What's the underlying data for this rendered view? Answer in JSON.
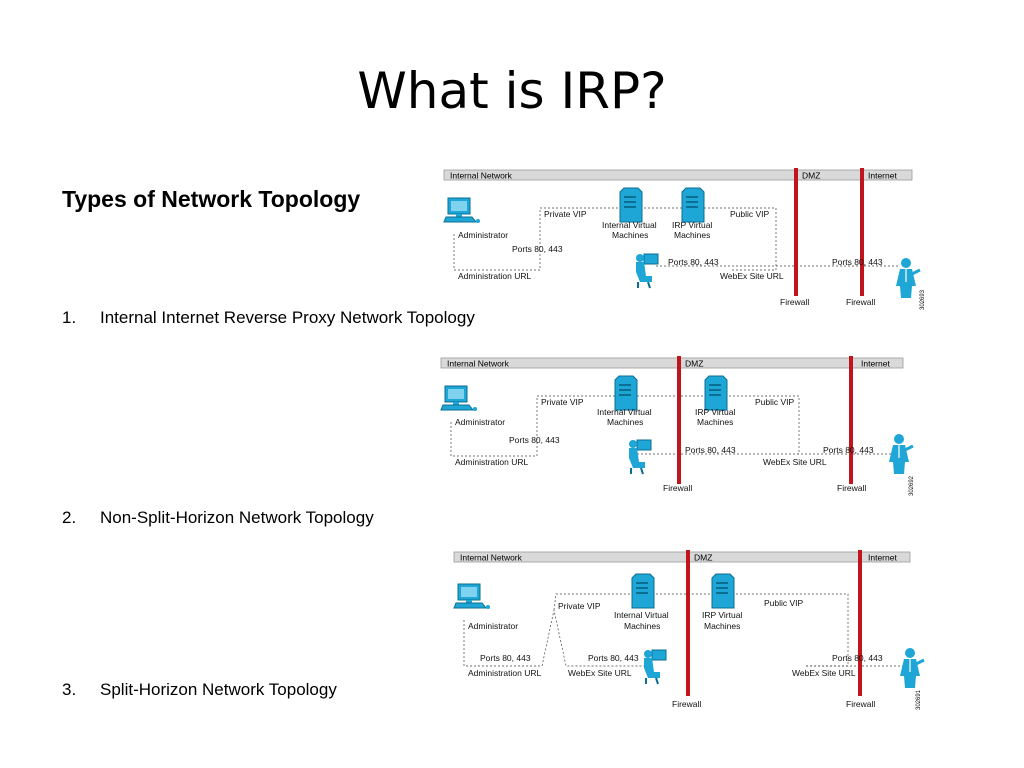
{
  "slide": {
    "title": "What is IRP?",
    "subtitle": "Types of Network Topology",
    "items": [
      {
        "num": "1.",
        "label": "Internal Internet Reverse Proxy Network Topology"
      },
      {
        "num": "2.",
        "label": "Non-Split-Horizon Network Topology"
      },
      {
        "num": "3.",
        "label": "Split-Horizon Network Topology"
      }
    ]
  },
  "diagrams": [
    {
      "zones": {
        "internal": "Internal Network",
        "dmz": "DMZ",
        "internet": "Internet"
      },
      "labels": {
        "private_vip": "Private VIP",
        "public_vip": "Public VIP",
        "internal_vm": [
          "Internal Virtual",
          "Machines"
        ],
        "irp_vm": [
          "IRP Virtual",
          "Machines"
        ],
        "administrator": "Administrator",
        "ports_left": "Ports 80, 443",
        "ports_mid": "Ports 80, 443",
        "ports_right": "Ports 80, 443",
        "admin_url": "Administration URL",
        "webex_url": "WebEx Site URL",
        "firewall_1": "Firewall",
        "firewall_2": "Firewall",
        "figure_id": "302693"
      }
    },
    {
      "zones": {
        "internal": "Internal Network",
        "dmz": "DMZ",
        "internet": "Internet"
      },
      "labels": {
        "private_vip": "Private VIP",
        "public_vip": "Public VIP",
        "internal_vm": [
          "Internal Virtual",
          "Machines"
        ],
        "irp_vm": [
          "IRP Virtual",
          "Machines"
        ],
        "administrator": "Administrator",
        "ports_left": "Ports 80, 443",
        "ports_mid": "Ports 80, 443",
        "ports_right": "Ports 80, 443",
        "admin_url": "Administration URL",
        "webex_url": "WebEx Site URL",
        "firewall_1": "Firewall",
        "firewall_2": "Firewall",
        "figure_id": "302692"
      }
    },
    {
      "zones": {
        "internal": "Internal Network",
        "dmz": "DMZ",
        "internet": "Internet"
      },
      "labels": {
        "private_vip": "Private VIP",
        "public_vip": "Public VIP",
        "internal_vm": [
          "Internal Virtual",
          "Machines"
        ],
        "irp_vm": [
          "IRP Virtual",
          "Machines"
        ],
        "administrator": "Administrator",
        "ports_left": "Ports 80, 443",
        "ports_mid": "Ports 80, 443",
        "ports_right": "Ports 80, 443",
        "admin_url": "Administration URL",
        "webex_url": "WebEx Site URL",
        "webex_url_right": "WebEx Site URL",
        "firewall_1": "Firewall",
        "firewall_2": "Firewall",
        "figure_id": "302691"
      }
    }
  ],
  "colors": {
    "firewall": "#c0151b",
    "device": "#1ea6d6",
    "zone_bar": "#d9d9d9"
  }
}
